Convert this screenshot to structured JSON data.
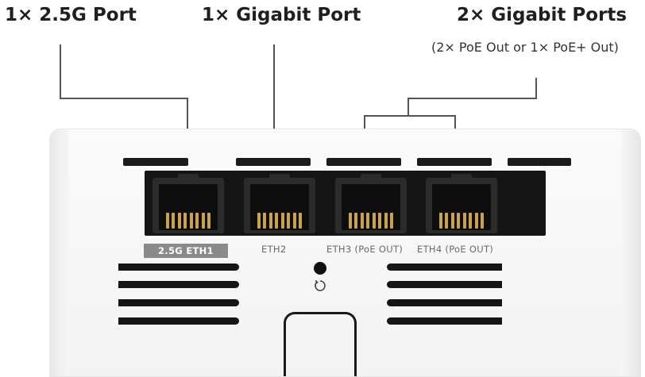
{
  "callouts": {
    "port_25g": "1× 2.5G Port",
    "port_gigabit": "1× Gigabit Port",
    "ports_gigabit_2": "2× Gigabit Ports",
    "ports_gigabit_2_note": "(2× PoE Out or 1× PoE+ Out)"
  },
  "ports": [
    {
      "label": "2.5G ETH1"
    },
    {
      "label": "ETH2"
    },
    {
      "label": "ETH3 (PoE OUT)"
    },
    {
      "label": "ETH4 (PoE OUT)"
    }
  ],
  "icons": {
    "reset": "reset-icon"
  },
  "colors": {
    "device_body": "#f6f6f6",
    "port_black": "#151515",
    "pin_gold": "#c9a24a",
    "eth1_label_bg": "#8a8a8a",
    "leader_line": "#555555"
  }
}
